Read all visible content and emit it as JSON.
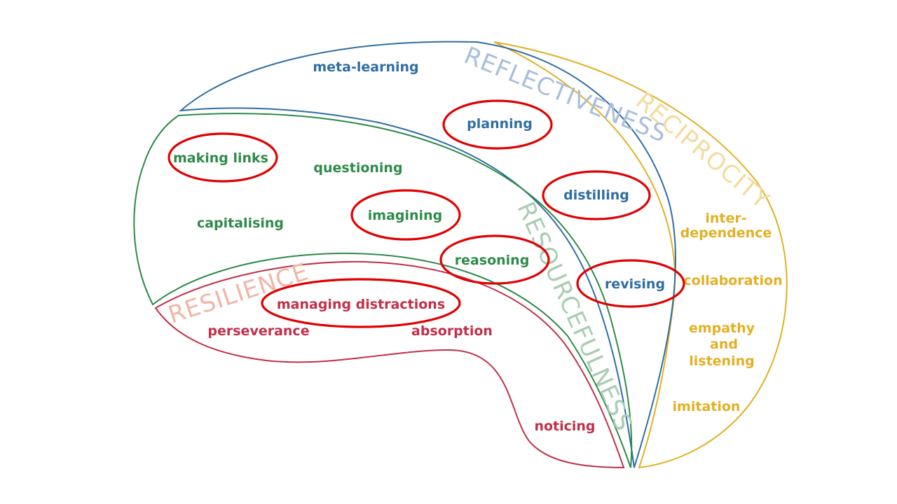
{
  "diagram": {
    "colors": {
      "reflectiveness": "#2f6da3",
      "reflectiveness_title": "#a9bfdc",
      "resourcefulness": "#2e8a4a",
      "resourcefulness_title": "#a9cdb2",
      "resilience": "#c0304a",
      "resilience_title": "#f0b7a8",
      "reciprocity": "#e2b024",
      "reciprocity_title": "#f2dca0",
      "highlight": "#e00000"
    },
    "dispositions": {
      "reflectiveness": {
        "title": "REFLECTIVENESS",
        "items": [
          "meta-learning",
          "planning",
          "distilling",
          "revising"
        ]
      },
      "resourcefulness": {
        "title": "RESOURCEFULNESS",
        "items": [
          "making links",
          "questioning",
          "capitalising",
          "imagining",
          "reasoning"
        ]
      },
      "resilience": {
        "title": "RESILIENCE",
        "items": [
          "managing distractions",
          "perseverance",
          "absorption",
          "noticing"
        ]
      },
      "reciprocity": {
        "title": "RECIPROCITY",
        "items": [
          "inter-",
          "dependence",
          "collaboration",
          "empathy",
          "and",
          "listening",
          "imitation"
        ]
      }
    },
    "highlighted": [
      "planning",
      "making links",
      "distilling",
      "imagining",
      "reasoning",
      "revising",
      "managing distractions"
    ]
  }
}
